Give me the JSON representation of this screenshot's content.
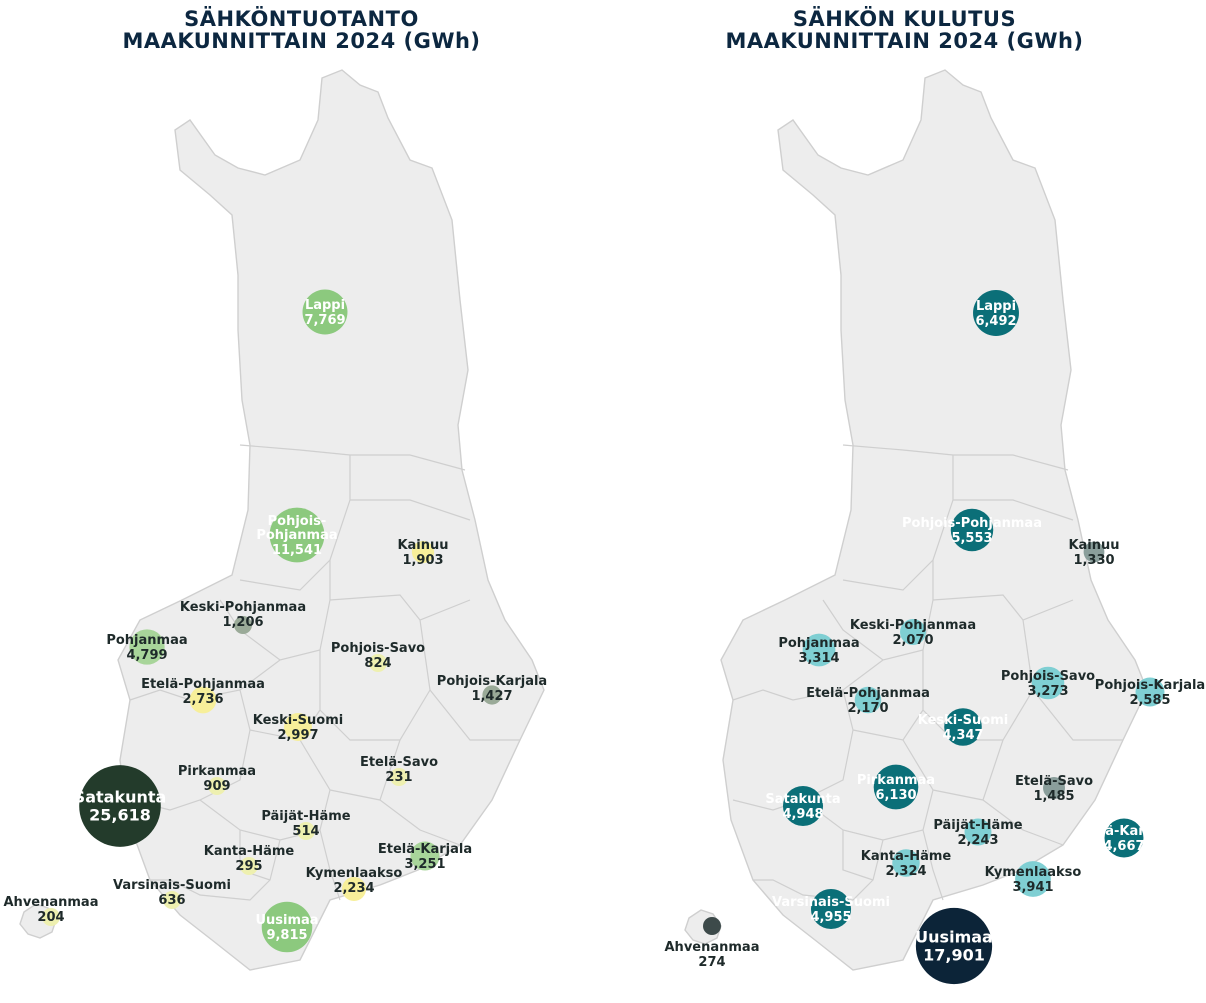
{
  "maps": [
    {
      "id": "production",
      "title_line1": "SÄHKÖNTUOTANTO",
      "title_line2": "MAAKUNNITTAIN 2024 (GWh)",
      "regions": [
        {
          "name": "Lappi",
          "value": "7,769",
          "gwh": 7769,
          "color": "#8cc97e"
        },
        {
          "name": "Pohjois-\nPohjanmaa",
          "value": "11,541",
          "gwh": 11541,
          "color": "#8cc97e"
        },
        {
          "name": "Kainuu",
          "value": "1,903",
          "gwh": 1903,
          "color": "#f7ef9a"
        },
        {
          "name": "Keski-Pohjanmaa",
          "value": "1,206",
          "gwh": 1206,
          "color": "#9aaa98"
        },
        {
          "name": "Pohjanmaa",
          "value": "4,799",
          "gwh": 4799,
          "color": "#a8d59a"
        },
        {
          "name": "Pohjois-Savo",
          "value": "824",
          "gwh": 824,
          "color": "#eef0b0"
        },
        {
          "name": "Etelä-Pohjanmaa",
          "value": "2,736",
          "gwh": 2736,
          "color": "#f7ef9a"
        },
        {
          "name": "Pohjois-Karjala",
          "value": "1,427",
          "gwh": 1427,
          "color": "#9aaa98"
        },
        {
          "name": "Keski-Suomi",
          "value": "2,997",
          "gwh": 2997,
          "color": "#f7ef9a"
        },
        {
          "name": "Satakunta",
          "value": "25,618",
          "gwh": 25618,
          "color": "#233b2b"
        },
        {
          "name": "Pirkanmaa",
          "value": "909",
          "gwh": 909,
          "color": "#eef0b0"
        },
        {
          "name": "Etelä-Savo",
          "value": "231",
          "gwh": 231,
          "color": "#eef0b0"
        },
        {
          "name": "Päijät-Häme",
          "value": "514",
          "gwh": 514,
          "color": "#eef0b0"
        },
        {
          "name": "Etelä-Karjala",
          "value": "3,251",
          "gwh": 3251,
          "color": "#a8d59a"
        },
        {
          "name": "Kanta-Häme",
          "value": "295",
          "gwh": 295,
          "color": "#eef0b0"
        },
        {
          "name": "Kymenlaakso",
          "value": "2,234",
          "gwh": 2234,
          "color": "#f7ef9a"
        },
        {
          "name": "Varsinais-Suomi",
          "value": "636",
          "gwh": 636,
          "color": "#eef0b0"
        },
        {
          "name": "Ahvenanmaa",
          "value": "204",
          "gwh": 204,
          "color": "#eef0b0"
        },
        {
          "name": "Uusimaa",
          "value": "9,815",
          "gwh": 9815,
          "color": "#8cc97e"
        }
      ]
    },
    {
      "id": "consumption",
      "title_line1": "SÄHKÖN KULUTUS",
      "title_line2": "MAAKUNNITTAIN 2024 (GWh)",
      "regions": [
        {
          "name": "Lappi",
          "value": "6,492",
          "gwh": 6492,
          "color": "#0b6f78"
        },
        {
          "name": "Pohjois-Pohjanmaa",
          "value": "5,553",
          "gwh": 5553,
          "color": "#0b6f78"
        },
        {
          "name": "Kainuu",
          "value": "1,330",
          "gwh": 1330,
          "color": "#8a9e9b"
        },
        {
          "name": "Keski-Pohjanmaa",
          "value": "2,070",
          "gwh": 2070,
          "color": "#7fcfd3"
        },
        {
          "name": "Pohjanmaa",
          "value": "3,314",
          "gwh": 3314,
          "color": "#7fcfd3"
        },
        {
          "name": "Pohjois-Savo",
          "value": "3,273",
          "gwh": 3273,
          "color": "#7fcfd3"
        },
        {
          "name": "Etelä-Pohjanmaa",
          "value": "2,170",
          "gwh": 2170,
          "color": "#7fcfd3"
        },
        {
          "name": "Pohjois-Karjala",
          "value": "2,585",
          "gwh": 2585,
          "color": "#7fcfd3"
        },
        {
          "name": "Keski-Suomi",
          "value": "4,347",
          "gwh": 4347,
          "color": "#0b6f78"
        },
        {
          "name": "Satakunta",
          "value": "4,948",
          "gwh": 4948,
          "color": "#0b6f78"
        },
        {
          "name": "Pirkanmaa",
          "value": "6,130",
          "gwh": 6130,
          "color": "#0b6f78"
        },
        {
          "name": "Etelä-Savo",
          "value": "1,485",
          "gwh": 1485,
          "color": "#8a9e9b"
        },
        {
          "name": "Päijät-Häme",
          "value": "2,243",
          "gwh": 2243,
          "color": "#7fcfd3"
        },
        {
          "name": "Etelä-Karjala",
          "value": "4,667",
          "gwh": 4667,
          "color": "#0b6f78"
        },
        {
          "name": "Kanta-Häme",
          "value": "2,324",
          "gwh": 2324,
          "color": "#7fcfd3"
        },
        {
          "name": "Kymenlaakso",
          "value": "3,941",
          "gwh": 3941,
          "color": "#7fcfd3"
        },
        {
          "name": "Varsinais-Suomi",
          "value": "4,955",
          "gwh": 4955,
          "color": "#0b6f78"
        },
        {
          "name": "Ahvenanmaa",
          "value": "274",
          "gwh": 274,
          "color": "#3d4a4a"
        },
        {
          "name": "Uusimaa",
          "value": "17,901",
          "gwh": 17901,
          "color": "#0c2438"
        }
      ]
    }
  ]
}
